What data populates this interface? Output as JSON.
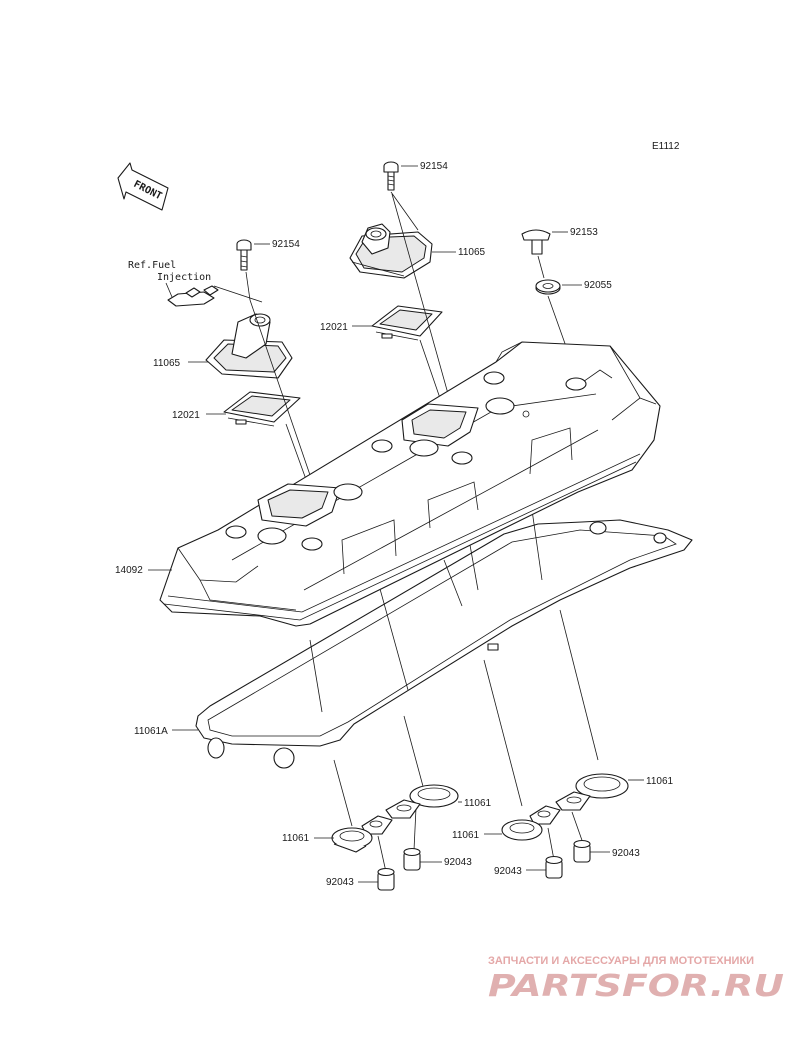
{
  "diagram_code": "E1112",
  "front_label": "FRONT",
  "ref_note": {
    "line1": "Ref.Fuel",
    "line2": "Injection"
  },
  "callouts": {
    "bolt_top": "92154",
    "bolt_left": "92154",
    "bolt_right": "92153",
    "washer": "92055",
    "cap_top": "11065",
    "cap_left": "11065",
    "cover_top": "12021",
    "cover_left": "12021",
    "head_cover": "14092",
    "gasket_main": "11061A",
    "seal_1": "11061",
    "seal_2": "11061",
    "seal_3": "11061",
    "seal_4": "11061",
    "pin_1": "92043",
    "pin_2": "92043",
    "pin_3": "92043",
    "pin_4": "92043"
  },
  "watermark": {
    "caption": "ЗАПЧАСТИ И АКСЕССУАРЫ ДЛЯ МОТОТЕХНИКИ",
    "brand": "PARTSFOR.RU"
  }
}
